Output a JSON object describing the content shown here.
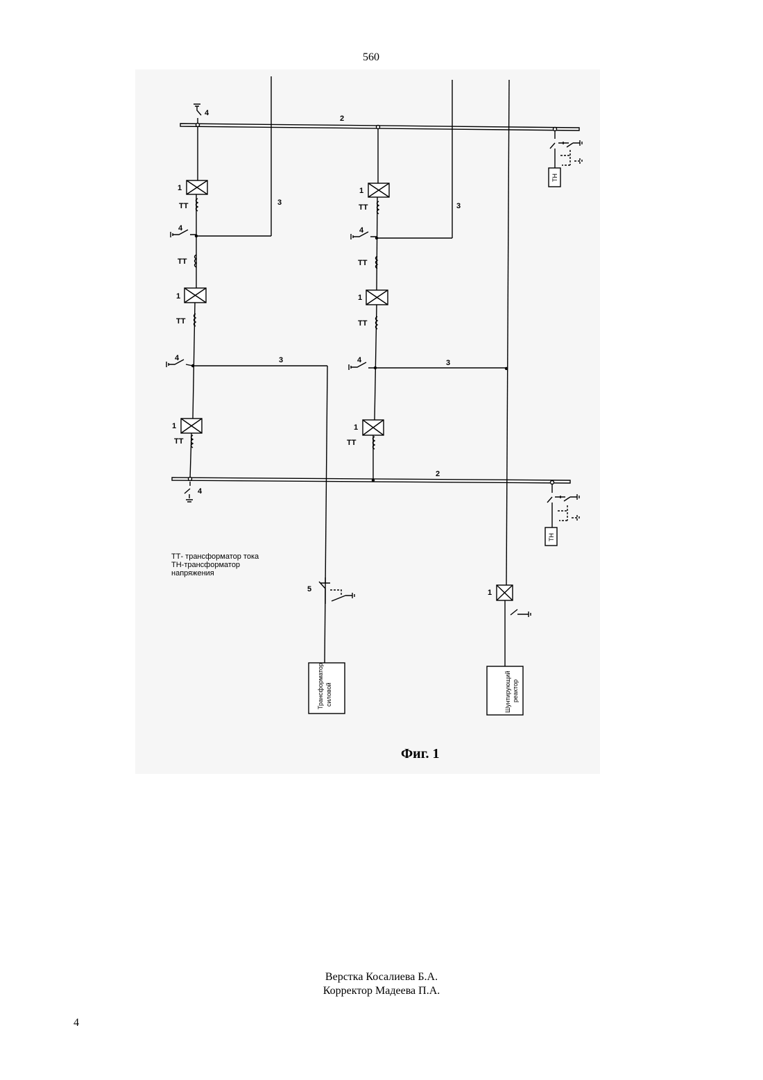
{
  "header": {
    "page_number": "560"
  },
  "figure": {
    "labels": {
      "breaker": "1",
      "busbar": "2",
      "link": "3",
      "earthing_switch": "4",
      "disconnector": "5",
      "current_transformer": "ТТ",
      "voltage_transformer": "ТН"
    },
    "legend": [
      "ТТ- трансформатор тока",
      "ТН-трансформатор напряжения"
    ],
    "power_transformer_label": [
      "Трансформатор",
      "силовой"
    ],
    "shunt_reactor_label": [
      "Шунтирующий",
      "реактор"
    ],
    "caption": "Фиг. 1"
  },
  "footer": {
    "credits": [
      "Верстка Косалиева Б.А.",
      "Корректор Мадеева П.А."
    ],
    "page_number": "4"
  }
}
